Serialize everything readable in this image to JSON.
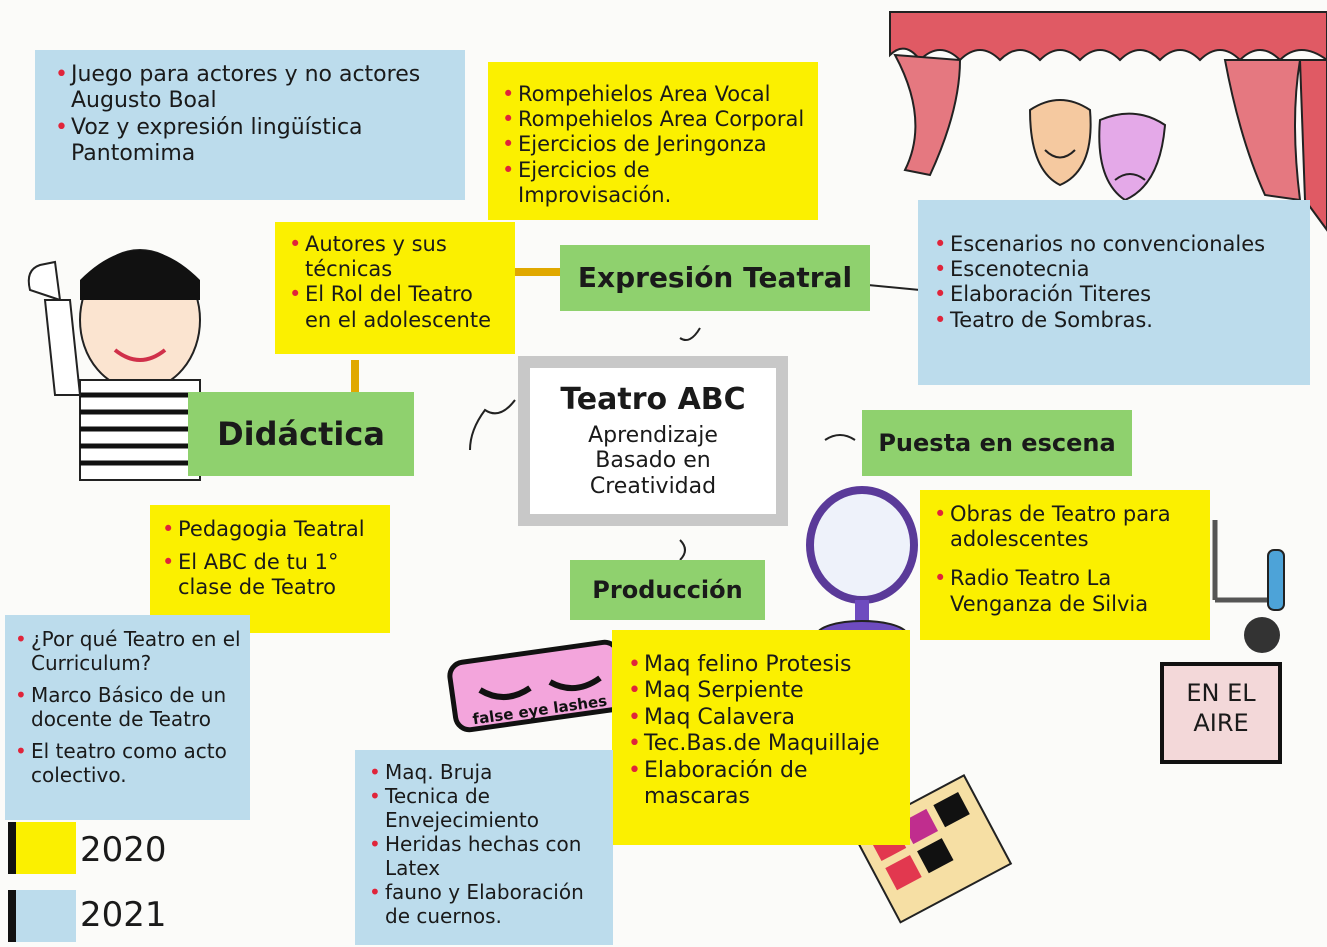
{
  "center": {
    "title": "Teatro ABC",
    "subtitle_lines": [
      "Aprendizaje",
      "Basado en",
      "Creatividad"
    ]
  },
  "nodes": {
    "expresion": "Expresión Teatral",
    "didactica": "Didáctica",
    "puesta": "Puesta en escena",
    "produccion": "Producción"
  },
  "boxes": {
    "top_left": [
      "Juego para actores y no actores Augusto Boal",
      "Voz y expresión lingüística Pantomima"
    ],
    "top_center": [
      "Rompehielos Area Vocal",
      "Rompehielos Area Corporal",
      "Ejercicios de Jeringonza",
      "Ejercicios de Improvisación."
    ],
    "autores": [
      "Autores y sus técnicas",
      "El Rol del Teatro en el adolescente"
    ],
    "escenarios": [
      "Escenarios no convencionales",
      "Escenotecnia",
      "Elaboración Titeres",
      "Teatro de Sombras."
    ],
    "pedagogia": [
      "Pedagogia Teatral",
      "El ABC de tu 1° clase de Teatro"
    ],
    "curriculum": [
      "¿Por qué Teatro en el Curriculum?",
      "Marco Básico de un docente de Teatro",
      "El teatro como acto colectivo."
    ],
    "obras": [
      "Obras de Teatro para adolescentes",
      "Radio Teatro La Venganza de Silvia"
    ],
    "maquillaje": [
      "Maq felino Protesis",
      "Maq Serpiente",
      "Maq Calavera",
      "Tec.Bas.de Maquillaje",
      "Elaboración de mascaras"
    ],
    "bruja": [
      "Maq. Bruja",
      "Tecnica de Envejecimiento",
      "Heridas hechas con Latex",
      "fauno y Elaboración de cuernos."
    ]
  },
  "lashes_label": "false eye lashes",
  "radio_sign": [
    "EN EL",
    "AIRE"
  ],
  "legend": [
    {
      "label": "2020",
      "color": "#fbf000"
    },
    {
      "label": "2021",
      "color": "#bcdcec"
    }
  ],
  "colors": {
    "yellow": "#fbf000",
    "blue": "#bcdcec",
    "green": "#8fd16e",
    "curtain": "#e05a64",
    "accent_red": "#e0243a"
  }
}
